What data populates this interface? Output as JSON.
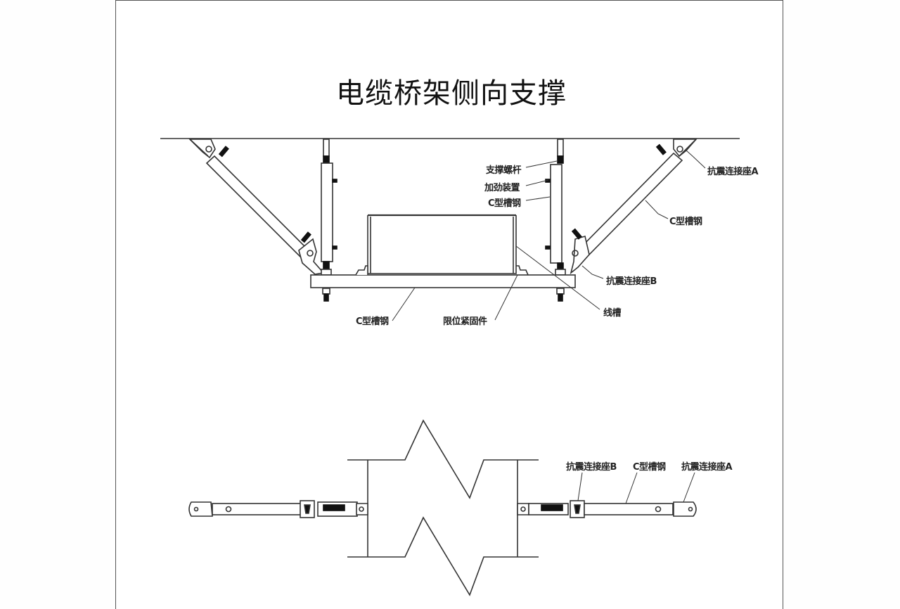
{
  "diagram": {
    "title": "电缆桥架侧向支撑",
    "elevation_view": {
      "labels": {
        "support_rod": "支撑螺杆",
        "stiffener": "加劲装置",
        "c_channel_vertical": "C型槽钢",
        "seismic_connector_a": "抗震连接座A",
        "c_channel_brace": "C型槽钢",
        "seismic_connector_b": "抗震连接座B",
        "cable_tray": "线槽",
        "c_channel_crossarm": "C型槽钢",
        "limit_fastener": "限位紧固件"
      }
    },
    "plan_view": {
      "labels": {
        "seismic_connector_b": "抗震连接座B",
        "c_channel": "C型槽钢",
        "seismic_connector_a": "抗震连接座A"
      }
    },
    "colors": {
      "line": "#333333",
      "fill": "#ffffff",
      "dark": "#111111"
    }
  }
}
